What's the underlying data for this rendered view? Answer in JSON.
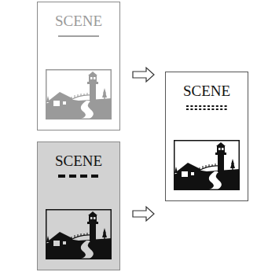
{
  "diagram": {
    "nodes": [
      {
        "text": [
          "SCENE"
        ]
      },
      {
        "text": [
          "SCENE"
        ]
      },
      {
        "text": [
          "SCENE"
        ]
      }
    ],
    "edges": [
      {
        "from": 0,
        "to": 2,
        "arrow": "to"
      },
      {
        "from": 1,
        "to": 2,
        "arrow": "to"
      }
    ]
  }
}
